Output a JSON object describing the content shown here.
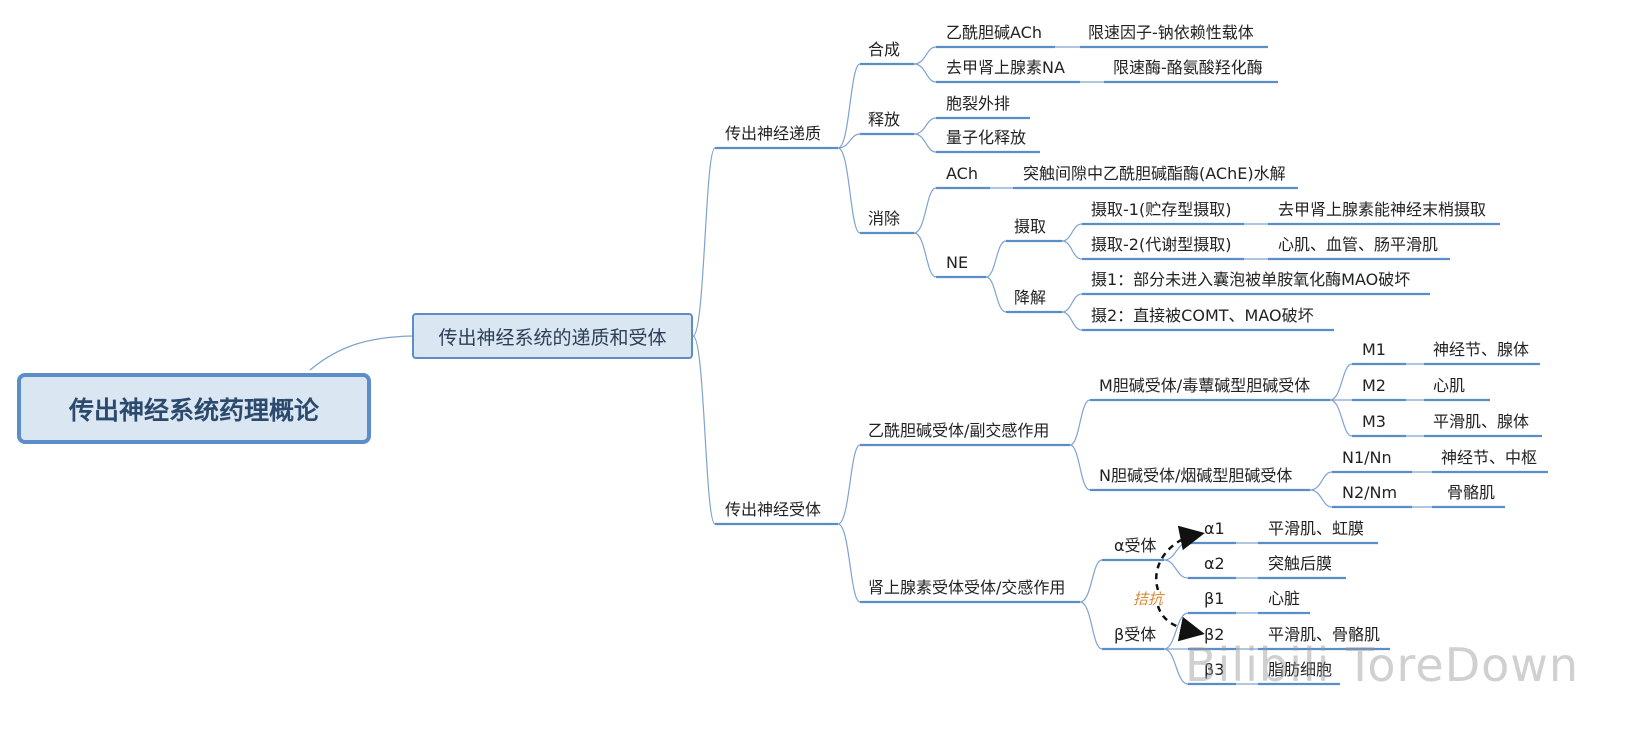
{
  "root": {
    "label": "传出神经系统药理概论"
  },
  "main": {
    "label": "传出神经系统的递质和受体"
  },
  "nodes": {
    "transmitter": "传出神经递质",
    "synthesis": "合成",
    "ach_syn": "乙酰胆碱ACh",
    "ach_rate": "限速因子-钠依赖性载体",
    "na_syn": "去甲肾上腺素NA",
    "na_rate": "限速酶-酪氨酸羟化酶",
    "release": "释放",
    "exocytosis": "胞裂外排",
    "quantal": "量子化释放",
    "elimination": "消除",
    "ach_elim": "ACh",
    "ach_hydro": "突触间隙中乙酰胆碱酯酶(AChE)水解",
    "ne": "NE",
    "uptake": "摄取",
    "uptake1": "摄取-1(贮存型摄取)",
    "uptake1_desc": "去甲肾上腺素能神经末梢摄取",
    "uptake2": "摄取-2(代谢型摄取)",
    "uptake2_desc": "心肌、血管、肠平滑肌",
    "degrade": "降解",
    "deg1": "摄1：部分未进入囊泡被单胺氧化酶MAO破坏",
    "deg2": "摄2：直接被COMT、MAO破坏",
    "receptor": "传出神经受体",
    "ach_receptor": "乙酰胆碱受体/副交感作用",
    "m_receptor": "M胆碱受体/毒蕈碱型胆碱受体",
    "m1": "M1",
    "m1_desc": "神经节、腺体",
    "m2": "M2",
    "m2_desc": "心肌",
    "m3": "M3",
    "m3_desc": "平滑肌、腺体",
    "n_receptor": "N胆碱受体/烟碱型胆碱受体",
    "n1": "N1/Nn",
    "n1_desc": "神经节、中枢",
    "n2": "N2/Nm",
    "n2_desc": "骨骼肌",
    "adr_receptor": "肾上腺素受体受体/交感作用",
    "alpha": "α受体",
    "a1": "α1",
    "a1_desc": "平滑肌、虹膜",
    "a2": "α2",
    "a2_desc": "突触后膜",
    "beta": "β受体",
    "b1": "β1",
    "b1_desc": "心脏",
    "b2": "β2",
    "b2_desc": "平滑肌、骨骼肌",
    "b3": "β3",
    "b3_desc": "脂肪细胞"
  },
  "antagonism": "拮抗",
  "watermark": "Bilibili ToreDown",
  "colors": {
    "line": "#5b8ec9",
    "thin_line": "#7fa3cf",
    "root_border": "#5b8ec9",
    "root_fill": "#dbe6f3",
    "antag": "#d98c3a"
  }
}
